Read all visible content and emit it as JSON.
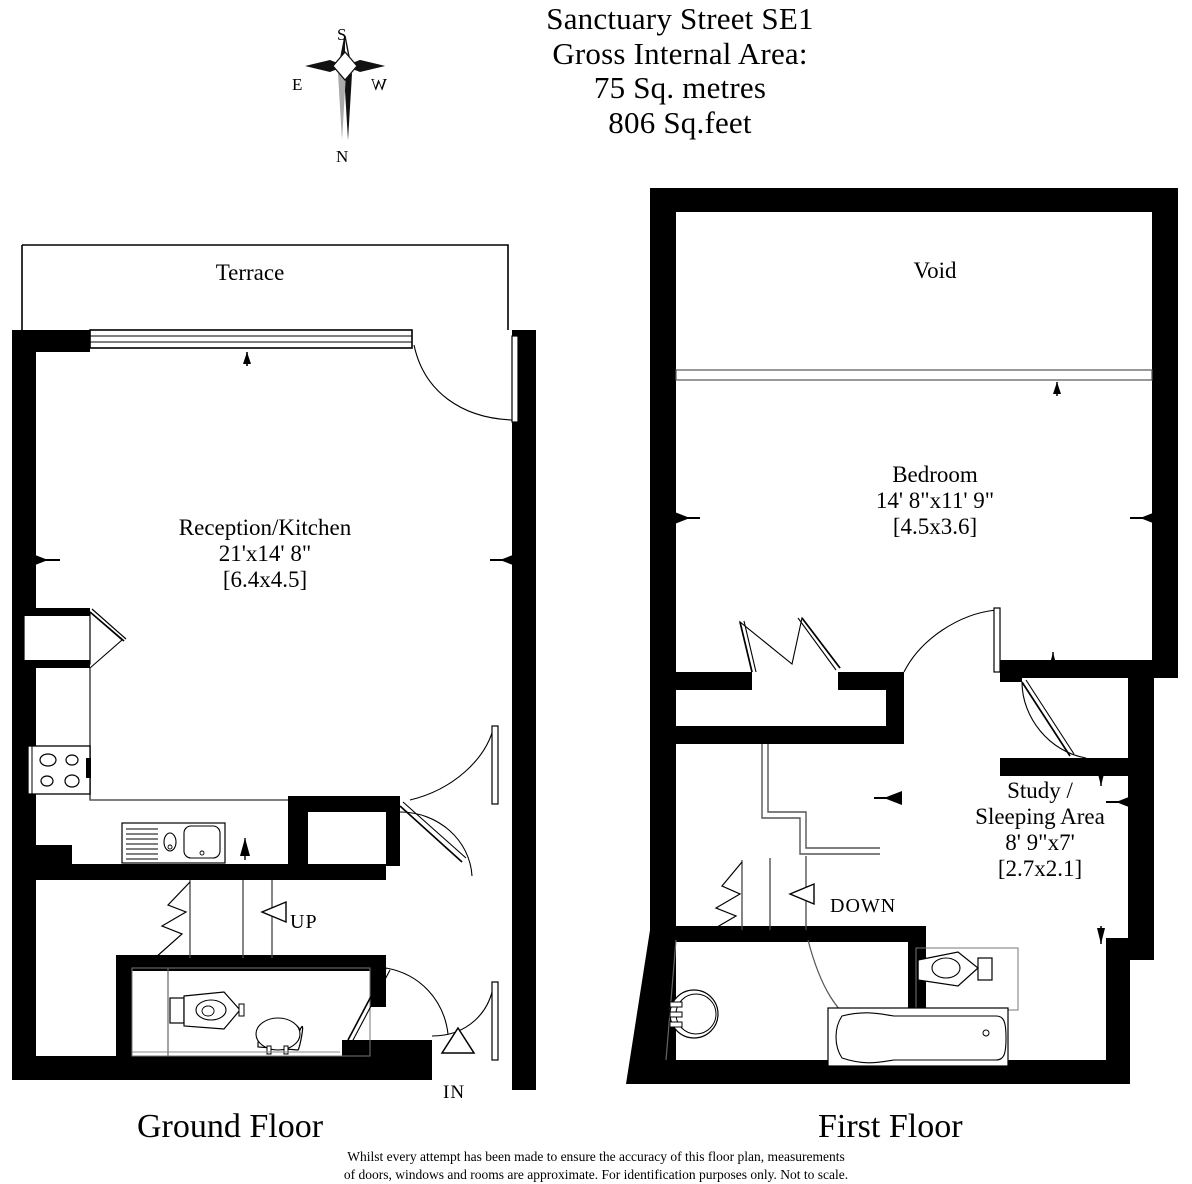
{
  "header": {
    "line1": "Sanctuary Street SE1",
    "line2": "Gross Internal Area:",
    "line3": "75 Sq. metres",
    "line4": "806 Sq.feet"
  },
  "compass": {
    "north": "N",
    "south": "S",
    "east": "E",
    "west": "W"
  },
  "floors": {
    "ground": {
      "caption": "Ground Floor",
      "rooms": {
        "terrace": {
          "name": "Terrace",
          "dim_imperial": "",
          "dim_metric": ""
        },
        "reception_kitchen": {
          "name": "Reception/Kitchen",
          "dim_imperial": "21'x14' 8\"",
          "dim_metric": "[6.4x4.5]"
        }
      },
      "markers": {
        "up": "UP",
        "entrance": "IN"
      }
    },
    "first": {
      "caption": "First Floor",
      "rooms": {
        "void": {
          "name": "Void",
          "dim_imperial": "",
          "dim_metric": ""
        },
        "bedroom": {
          "name": "Bedroom",
          "dim_imperial": "14' 8\"x11' 9\"",
          "dim_metric": "[4.5x3.6]"
        },
        "study": {
          "name_line1": "Study /",
          "name_line2": "Sleeping Area",
          "dim_imperial": "8' 9\"x7'",
          "dim_metric": "[2.7x2.1]"
        }
      },
      "markers": {
        "down": "DOWN"
      }
    }
  },
  "disclaimer": {
    "line1": "Whilst every attempt has been made to ensure the accuracy of this floor plan, measurements",
    "line2": "of doors, windows and rooms are approximate. For identification purposes only. Not to scale."
  },
  "colors": {
    "wall": "#000000",
    "background": "#ffffff",
    "fixture_line": "#222222",
    "thin_line": "#444444"
  }
}
